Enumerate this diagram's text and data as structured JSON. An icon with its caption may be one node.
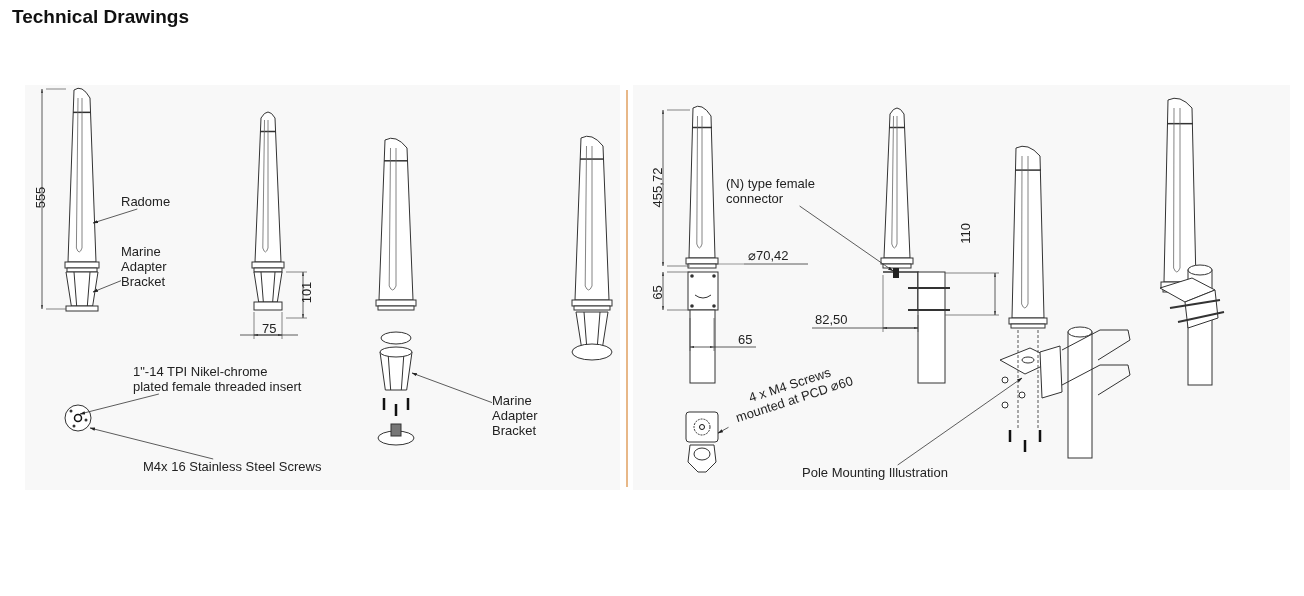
{
  "diagram": {
    "title": "Technical Drawings",
    "nodes": [
      {
        "text": [
          "Radome"
        ]
      },
      {
        "text": [
          "Marine Adapter Bracket"
        ]
      },
      {
        "text": [
          "1\"-14 TPI Nikel-chrome plated female threaded insert"
        ]
      },
      {
        "text": [
          "M4x 16 Stainless Steel Screws"
        ]
      },
      {
        "text": [
          "Marine Adapter Bracket"
        ]
      },
      {
        "text": [
          "(N) type female connector"
        ]
      },
      {
        "text": [
          "4 x M4 Screws mounted at PCD ⌀60"
        ]
      },
      {
        "text": [
          "Pole Mounting Illustration"
        ]
      },
      {
        "text": [],
        "shape": "picture"
      },
      {
        "text": [],
        "shape": "box"
      }
    ],
    "edges": [
      {
        "from": 0,
        "to": null,
        "arrow": "to"
      },
      {
        "from": 1,
        "to": null,
        "arrow": "to"
      },
      {
        "from": 2,
        "to": null,
        "arrow": "to"
      },
      {
        "from": 3,
        "to": null,
        "arrow": "to"
      },
      {
        "from": 4,
        "to": null,
        "arrow": "to"
      },
      {
        "from": 5,
        "to": 9,
        "arrow": "to"
      },
      {
        "from": 6,
        "to": 8,
        "arrow": "to"
      },
      {
        "from": 7,
        "to": null,
        "arrow": "to"
      }
    ],
    "labels": [
      "555",
      "101",
      "75",
      "455,72",
      "⌀70,42",
      "65",
      "65",
      "110",
      "82,50"
    ]
  }
}
